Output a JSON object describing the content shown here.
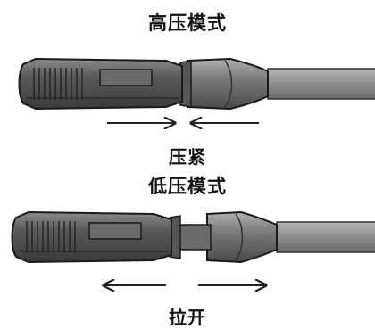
{
  "high_pressure": {
    "title": "高压模式",
    "caption": "压紧"
  },
  "low_pressure": {
    "title": "低压模式",
    "caption": "拉开"
  },
  "colors": {
    "body_dark": "#4a4a4a",
    "body_mid": "#6e6e6e",
    "body_light": "#9a9a9a",
    "hose": "#8d8d8d",
    "outline": "#1a1a1a"
  }
}
